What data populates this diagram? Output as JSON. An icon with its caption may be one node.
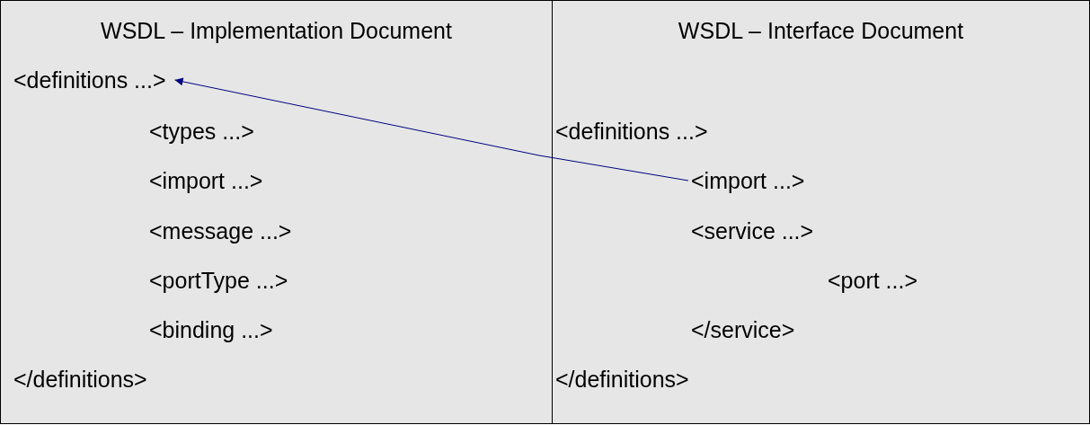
{
  "diagram": {
    "nodes": [
      {
        "text": [
          "WSDL – Implementation Document"
        ]
      },
      {
        "text": [
          "<definitions ...>"
        ],
        "in": 0
      },
      {
        "text": [
          "WSDL – Interface Document"
        ]
      },
      {
        "text": [
          "<import ...>"
        ],
        "in": 2
      }
    ],
    "edges": [
      {
        "from": 3,
        "to": 1,
        "arrow": "to",
        "color": "#000080"
      }
    ],
    "labels": [
      "<types ...>",
      "<import ...>",
      "<message ...>",
      "<portType ...>",
      "<binding ...>",
      "</definitions>",
      "<definitions ...>",
      "<service ...>",
      "<port ...>",
      "</service>",
      "</definitions>"
    ]
  }
}
